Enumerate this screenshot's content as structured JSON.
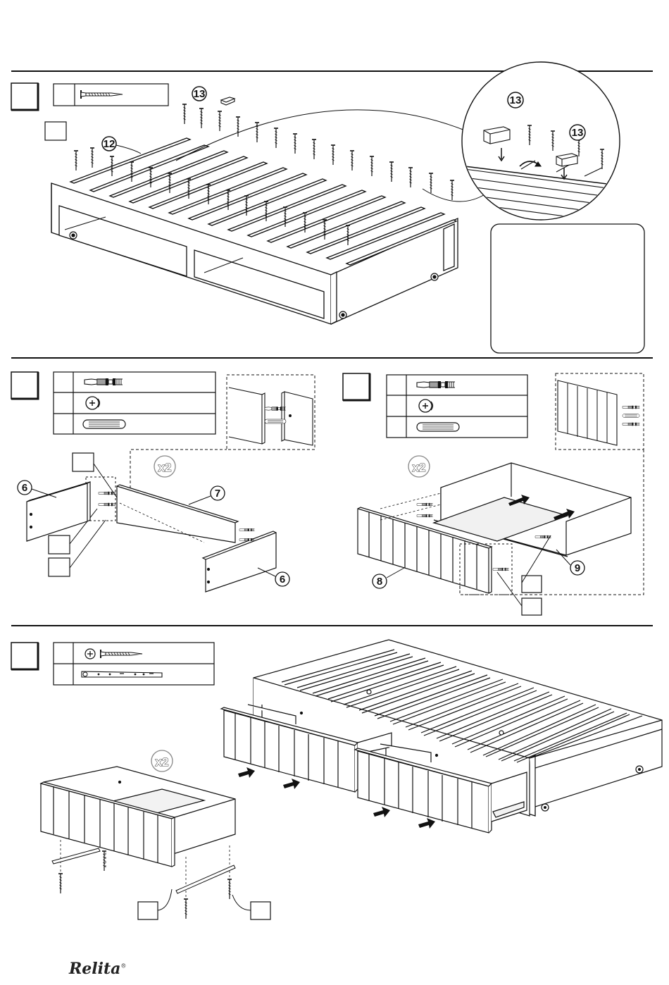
{
  "brand": {
    "name": "Relita",
    "mark": "®"
  },
  "multiplier_label": "x2",
  "parts": {
    "p6": "6",
    "p7": "7",
    "p8": "8",
    "p9": "9",
    "p12": "12",
    "p13": "13"
  },
  "hardware": {
    "step1": [
      "wood-screw"
    ],
    "step2": [
      "cam-bolt",
      "cam-lock",
      "wooden-dowel"
    ],
    "step3": [
      "cam-bolt",
      "cam-lock",
      "wooden-dowel"
    ],
    "step4": [
      "phillips-screw",
      "drawer-runner"
    ]
  },
  "steps": [
    {
      "id": "step-1",
      "number": ""
    },
    {
      "id": "step-2",
      "number": ""
    },
    {
      "id": "step-3",
      "number": ""
    },
    {
      "id": "step-4",
      "number": ""
    }
  ]
}
